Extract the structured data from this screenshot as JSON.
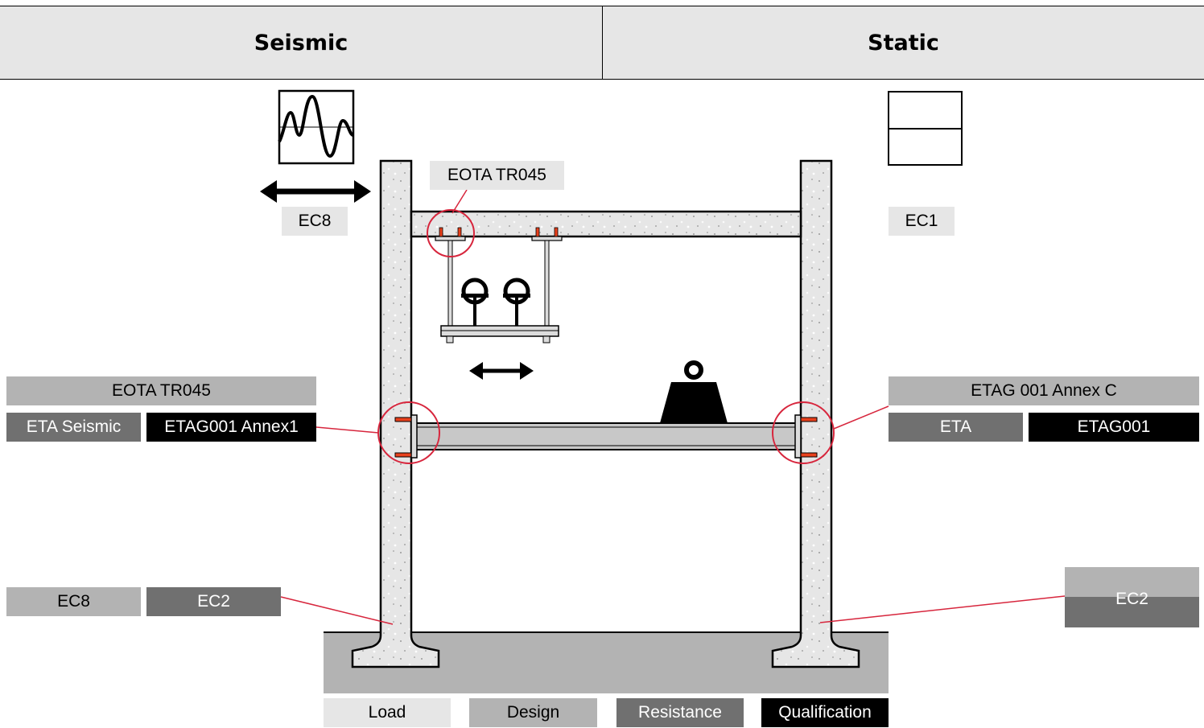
{
  "header": {
    "left_title": "Seismic",
    "right_title": "Static"
  },
  "labels": {
    "seismic_load": "EC8",
    "static_load": "EC1",
    "top_anchor_standard": "EOTA TR045",
    "left_connection_design": "EOTA TR045",
    "left_connection_resistance": "ETA Seismic",
    "left_connection_qualification": "ETAG001 Annex1",
    "right_connection_design": "ETAG 001 Annex C",
    "right_connection_resistance": "ETA",
    "right_connection_qualification": "ETAG001",
    "left_column_load": "EC8",
    "left_column_resistance": "EC2",
    "right_column_standard": "EC2"
  },
  "legend": [
    {
      "label": "Load",
      "color": "#e6e6e6"
    },
    {
      "label": "Design",
      "color": "#b3b3b3"
    },
    {
      "label": "Resistance",
      "color": "#707070"
    },
    {
      "label": "Qualification",
      "color": "#000000"
    }
  ],
  "colors": {
    "concrete": "#e6e6e6",
    "ground": "#b3b3b3",
    "callout": "#d7263d",
    "anchor": "#e8401c"
  }
}
